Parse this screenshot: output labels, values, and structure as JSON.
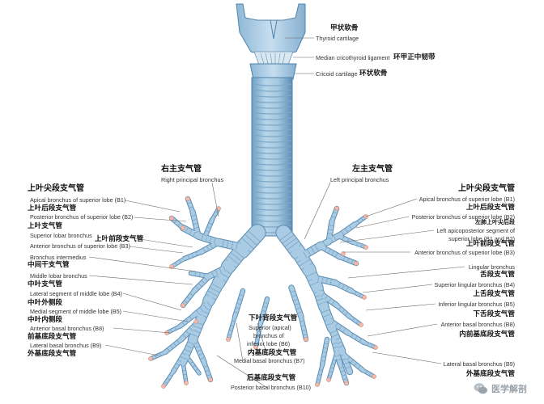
{
  "colors": {
    "cartilage": "#a9cbe3",
    "cartilage_dark": "#5d8fb4",
    "ring": "#7fa9c8",
    "leader": "#555555",
    "tip": "#f2b8a8"
  },
  "larynx": {
    "thyroid_zh": "甲状软骨",
    "thyroid_en": "Thyroid cartilage",
    "ligament_en": "Median cricothyroid ligament",
    "ligament_zh": "环甲正中韧带",
    "cricoid_en": "Cricoid cartilage",
    "cricoid_zh": "环状软骨"
  },
  "principal": {
    "right_zh": "右主支气管",
    "right_en": "Right principal bronchus",
    "left_zh": "左主支气管",
    "left_en": "Left principal bronchus"
  },
  "right_side": {
    "apical_zh": "上叶尖段支气管",
    "apical_en": "Apical bronchus of superior lobe (B1)",
    "posterior_zh": "上叶后段支气管",
    "posterior_en": "Posterior bronchus of superior lobe (B2)",
    "superior_lobar_zh": "上叶支气管",
    "superior_lobar_en": "Superior lobar bronchus",
    "anterior_zh": "上叶前段支气管",
    "anterior_en": "Anterior bronchus of superior lobe (B3)",
    "intermedius_en": "Bronchus intermedius",
    "intermedius_zh": "中间干支气管",
    "middle_lobar_en": "Middle lobar bronchus",
    "middle_lobar_zh": "中叶支气管",
    "lateral_middle_en": "Lateral segment of middle lobe (B4)",
    "lateral_middle_zh": "中叶外侧段",
    "medial_middle_en": "Medial segment of middle lobe (B5)",
    "medial_middle_zh": "中叶内侧段",
    "anterior_basal_en": "Anterior basal bronchus (B8)",
    "anterior_basal_zh": "前基底段支气管",
    "lateral_basal_en": "Lateral basal bronchus (B9)",
    "lateral_basal_zh": "外基底段支气管"
  },
  "center": {
    "apical_lower_zh": "下叶背段支气管",
    "apical_lower_en_1": "Superior (apical)",
    "apical_lower_en_2": "bronchus of",
    "apical_lower_en_3": "inferior lobe (B6)",
    "medial_basal_zh": "内基底段支气管",
    "medial_basal_en": "Medial basal bronchus (B7)",
    "posterior_basal_zh": "后基底段支气管",
    "posterior_basal_en": "Posterior basal bronchus (B10)"
  },
  "left_side": {
    "apical_zh": "上叶尖段支气管",
    "apical_en": "Apical bronchus of superior lobe (B1)",
    "posterior_zh": "上叶后段支气管",
    "posterior_en": "Posterior bronchus of superior lobe (B2)",
    "apicoposterior_zh": "左肺上叶尖后段",
    "apicoposterior_en_1": "Left apicoposterior segment of",
    "apicoposterior_en_2": "superior lobe (B1 and B2)",
    "anterior_zh": "上叶前段支气管",
    "anterior_en": "Anterior bronchus of superior lobe (B3)",
    "lingular_en": "Lingular bronchus",
    "lingular_zh": "舌段支气管",
    "sup_lingular_en": "Superior lingular bronchus (B4)",
    "sup_lingular_zh": "上舌段支气管",
    "inf_lingular_en": "Inferior lingular bronchus (B5)",
    "inf_lingular_zh": "下舌段支气管",
    "anterior_basal_en": "Anterior basal bronchus (B8)",
    "anterior_basal_zh": "内前基底段支气管",
    "lateral_basal_en": "Lateral basal bronchus (B9)",
    "lateral_basal_zh": "外基底段支气管"
  },
  "watermark": {
    "text": "医学解剖",
    "icon": "wechat-icon"
  }
}
